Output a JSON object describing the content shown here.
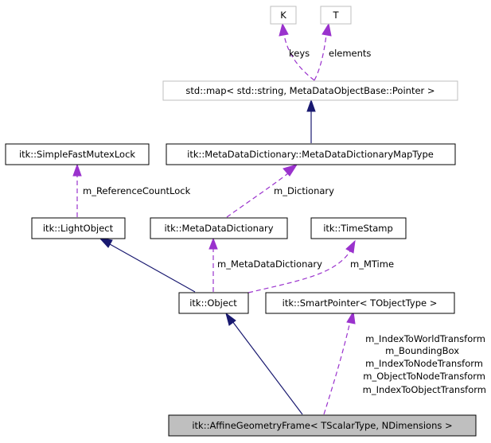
{
  "nodes": {
    "k": "K",
    "t": "T",
    "std_map": "std::map< std::string, MetaDataObjectBase::Pointer >",
    "mutex_lock": "itk::SimpleFastMutexLock",
    "dictionary_map_type": "itk::MetaDataDictionary::MetaDataDictionaryMapType",
    "light_object": "itk::LightObject",
    "metadata_dictionary": "itk::MetaDataDictionary",
    "time_stamp": "itk::TimeStamp",
    "object": "itk::Object",
    "smart_pointer": "itk::SmartPointer< TObjectType >",
    "affine_frame": "itk::AffineGeometryFrame< TScalarType, NDimensions >"
  },
  "edge_labels": {
    "keys": "keys",
    "elements": "elements",
    "reference_count_lock": "m_ReferenceCountLock",
    "dictionary": "m_Dictionary",
    "metadata_dictionary": "m_MetaDataDictionary",
    "mtime": "m_MTime",
    "smart_pointer_members": [
      "m_IndexToWorldTransform",
      "m_BoundingBox",
      "m_IndexToNodeTransform",
      "m_ObjectToNodeTransform",
      "m_IndexToObjectTransform"
    ]
  },
  "colors": {
    "inheritance_edge": "#191970",
    "usage_edge": "#9a32cd",
    "focus_fill": "#bfbfbf",
    "external_border": "#bfbfbf"
  }
}
